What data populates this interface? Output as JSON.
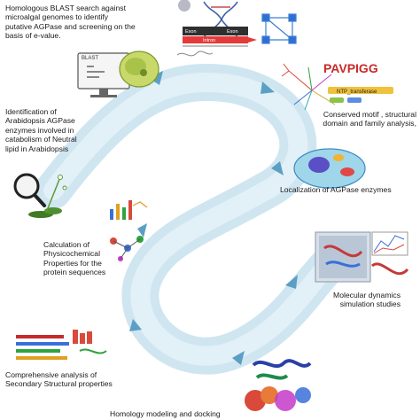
{
  "colors": {
    "path": "#cfe6f1",
    "path_edge": "#b9d9e8",
    "arrow": "#5b9fc4",
    "text": "#1a1a1a"
  },
  "steps": {
    "blast": "Homologous BLAST search against\nmicroalgal genomes to identify\nputative AGPase and screening on the\nbasis of e-value.",
    "identification": "Identification of\nArabidopsis AGPase\nenzymes involved in\ncatabolism of Neutral\nlipid in Arabidopsis",
    "conserved": "Conserved motif , structural\ndomain  and family analysis,",
    "localization": "Localization of AGPase enzymes",
    "physicochemical": "Calculation of\nPhysicochemical\nProperties for the\nprotein sequences",
    "md": "Molecular dynamics\nsimulation studies",
    "secondary": "Comprehensive analysis of\nSecondary Structural properties",
    "homology": "Homology modeling and docking"
  },
  "figure_text": {
    "blast_logo": "BLAST",
    "exon1": "Exon",
    "intron": "Intron",
    "exon2": "Exon",
    "motif_logo": "PAVPIGG",
    "ntp_label": "NTP_transferase"
  },
  "icons": [
    "dna-helix-icon",
    "gene-structure-icon",
    "network-icon",
    "computer-icon",
    "algae-cell-icon",
    "magnifier-icon",
    "plant-icon",
    "phylogenetic-tree-icon",
    "motif-logo-icon",
    "cell-localization-icon",
    "molecule-chart-icon",
    "md-simulation-icon",
    "sequence-alignment-icon",
    "protein-structure-icon",
    "docking-icon",
    "arrow-icon"
  ]
}
